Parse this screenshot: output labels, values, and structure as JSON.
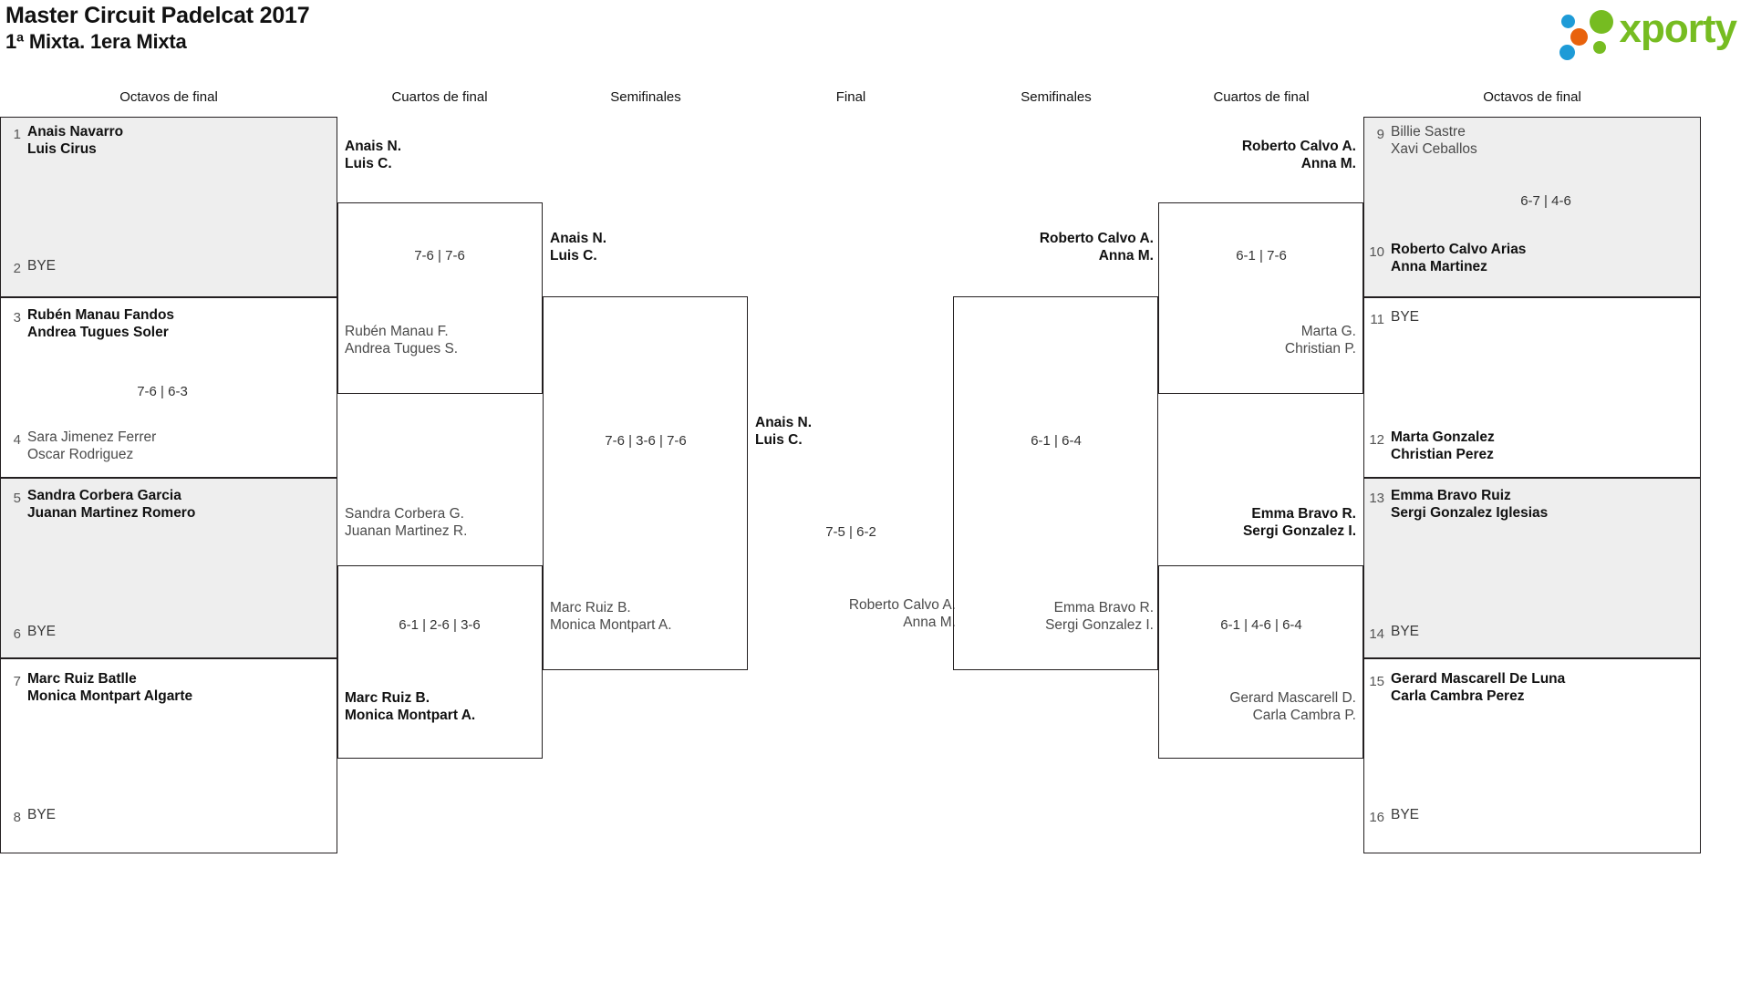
{
  "header": {
    "tournament_title": "Master Circuit Padelcat 2017",
    "category_title": "1ª Mixta. 1era Mixta",
    "logo_text": "xporty",
    "logo_colors": {
      "blue": "#1e9bd7",
      "orange": "#e8620c",
      "green": "#76bc21"
    }
  },
  "rounds": {
    "left_r16": "Octavos de final",
    "left_qf": "Cuartos de final",
    "left_sf": "Semifinales",
    "final": "Final",
    "right_sf": "Semifinales",
    "right_qf": "Cuartos de final",
    "right_r16": "Octavos de final"
  },
  "bye_label": "BYE",
  "left": {
    "r16": [
      {
        "seed": "1",
        "l1": "Anais Navarro",
        "l2": "Luis Cirus",
        "state": "win"
      },
      {
        "seed": "2",
        "l1": "BYE",
        "l2": "",
        "state": "bye"
      },
      {
        "seed": "3",
        "l1": "Rubén Manau Fandos",
        "l2": "Andrea Tugues Soler",
        "state": "win"
      },
      {
        "seed": "4",
        "l1": "Sara Jimenez Ferrer",
        "l2": "Oscar Rodriguez",
        "state": "lose"
      },
      {
        "seed": "5",
        "l1": "Sandra Corbera Garcia",
        "l2": "Juanan Martinez Romero",
        "state": "win"
      },
      {
        "seed": "6",
        "l1": "BYE",
        "l2": "",
        "state": "bye"
      },
      {
        "seed": "7",
        "l1": "Marc Ruiz Batlle",
        "l2": "Monica Montpart Algarte",
        "state": "win"
      },
      {
        "seed": "8",
        "l1": "BYE",
        "l2": "",
        "state": "bye"
      }
    ],
    "r16_scores": [
      "",
      "7-6 | 6-3",
      "",
      ""
    ],
    "qf": [
      {
        "l1": "Anais N.",
        "l2": "Luis C.",
        "state": "win"
      },
      {
        "l1": "Rubén Manau F.",
        "l2": "Andrea Tugues S.",
        "state": "lose"
      },
      {
        "l1": "Sandra Corbera G.",
        "l2": "Juanan Martinez R.",
        "state": "lose"
      },
      {
        "l1": "Marc Ruiz B.",
        "l2": "Monica Montpart A.",
        "state": "win"
      }
    ],
    "qf_scores": [
      "7-6 | 7-6",
      "6-1 | 2-6 | 3-6"
    ],
    "sf": [
      {
        "l1": "Anais N.",
        "l2": "Luis C.",
        "state": "win"
      },
      {
        "l1": "Marc Ruiz B.",
        "l2": "Monica Montpart A.",
        "state": "lose"
      }
    ],
    "sf_score": "7-6 | 3-6 | 7-6"
  },
  "final": {
    "top": {
      "l1": "Anais N.",
      "l2": "Luis C.",
      "state": "win"
    },
    "bottom": {
      "l1": "Roberto Calvo A.",
      "l2": "Anna M.",
      "state": "lose"
    },
    "score": "7-5 | 6-2"
  },
  "right": {
    "sf": [
      {
        "l1": "Roberto Calvo A.",
        "l2": "Anna M.",
        "state": "win"
      },
      {
        "l1": "Emma Bravo R.",
        "l2": "Sergi Gonzalez I.",
        "state": "lose"
      }
    ],
    "sf_score": "6-1 | 6-4",
    "qf": [
      {
        "l1": "Roberto Calvo A.",
        "l2": "Anna M.",
        "state": "win"
      },
      {
        "l1": "Marta G.",
        "l2": "Christian P.",
        "state": "lose"
      },
      {
        "l1": "Emma Bravo R.",
        "l2": "Sergi Gonzalez I.",
        "state": "win"
      },
      {
        "l1": "Gerard Mascarell D.",
        "l2": "Carla Cambra P.",
        "state": "lose"
      }
    ],
    "qf_scores": [
      "6-1 | 7-6",
      "6-1 | 4-6 | 6-4"
    ],
    "r16": [
      {
        "seed": "9",
        "l1": "Billie Sastre",
        "l2": "Xavi Ceballos",
        "state": "lose"
      },
      {
        "seed": "10",
        "l1": "Roberto Calvo Arias",
        "l2": "Anna Martinez",
        "state": "win"
      },
      {
        "seed": "11",
        "l1": "BYE",
        "l2": "",
        "state": "bye"
      },
      {
        "seed": "12",
        "l1": "Marta Gonzalez",
        "l2": "Christian Perez",
        "state": "win"
      },
      {
        "seed": "13",
        "l1": "Emma Bravo Ruiz",
        "l2": "Sergi Gonzalez Iglesias",
        "state": "win"
      },
      {
        "seed": "14",
        "l1": "BYE",
        "l2": "",
        "state": "bye"
      },
      {
        "seed": "15",
        "l1": "Gerard Mascarell De Luna",
        "l2": "Carla Cambra Perez",
        "state": "win"
      },
      {
        "seed": "16",
        "l1": "BYE",
        "l2": "",
        "state": "bye"
      }
    ],
    "r16_scores": [
      "6-7 | 4-6",
      "",
      "",
      ""
    ]
  }
}
